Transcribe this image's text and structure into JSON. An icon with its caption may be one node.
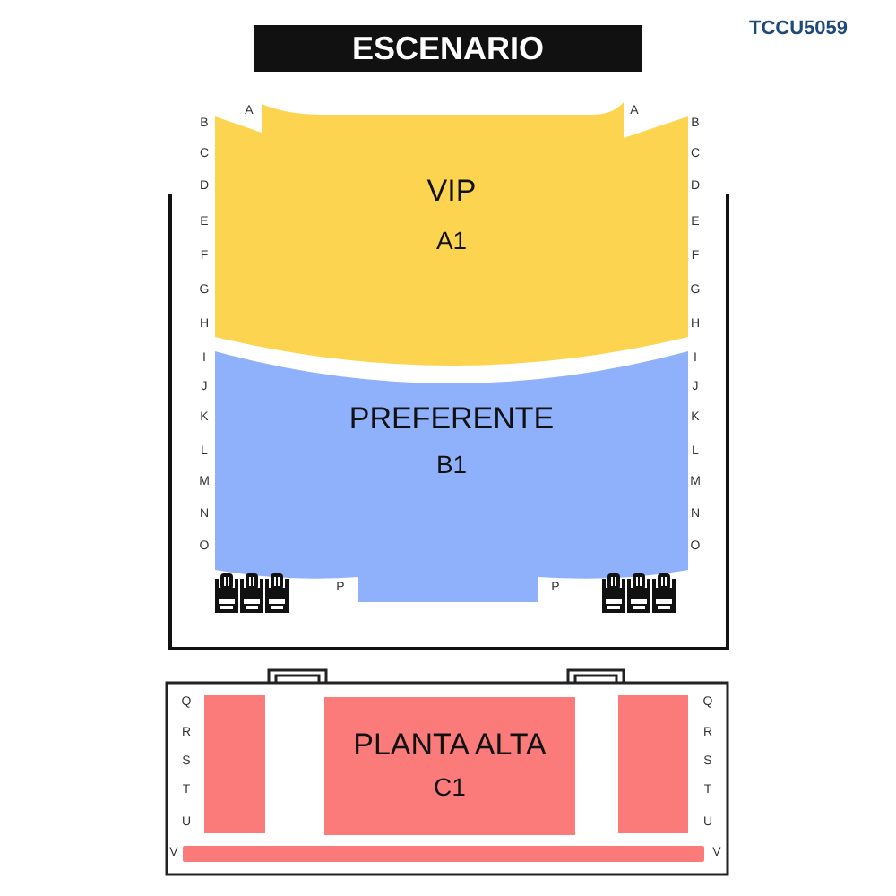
{
  "diagram": {
    "nodes": [
      {
        "text": [
          "ESCENARIO"
        ]
      },
      {
        "text": [
          "VIP",
          "A1"
        ]
      },
      {
        "text": [
          "PREFERENTE",
          "B1"
        ]
      },
      {
        "text": [],
        "shape": "box"
      },
      {
        "text": [
          "PLANTA ALTA",
          "C1"
        ]
      },
      {
        "text": [],
        "shape": "box"
      },
      {
        "text": [],
        "shape": "bar"
      }
    ],
    "labels": [
      "TCCU5059",
      "A",
      "A",
      "B",
      "B",
      "C",
      "C",
      "D",
      "D",
      "E",
      "E",
      "F",
      "F",
      "G",
      "G",
      "H",
      "H",
      "I",
      "I",
      "J",
      "J",
      "K",
      "K",
      "L",
      "L",
      "M",
      "M",
      "N",
      "N",
      "O",
      "O",
      "P",
      "P",
      "Q",
      "Q",
      "R",
      "R",
      "S",
      "S",
      "T",
      "T",
      "U",
      "U",
      "V",
      "V"
    ]
  }
}
